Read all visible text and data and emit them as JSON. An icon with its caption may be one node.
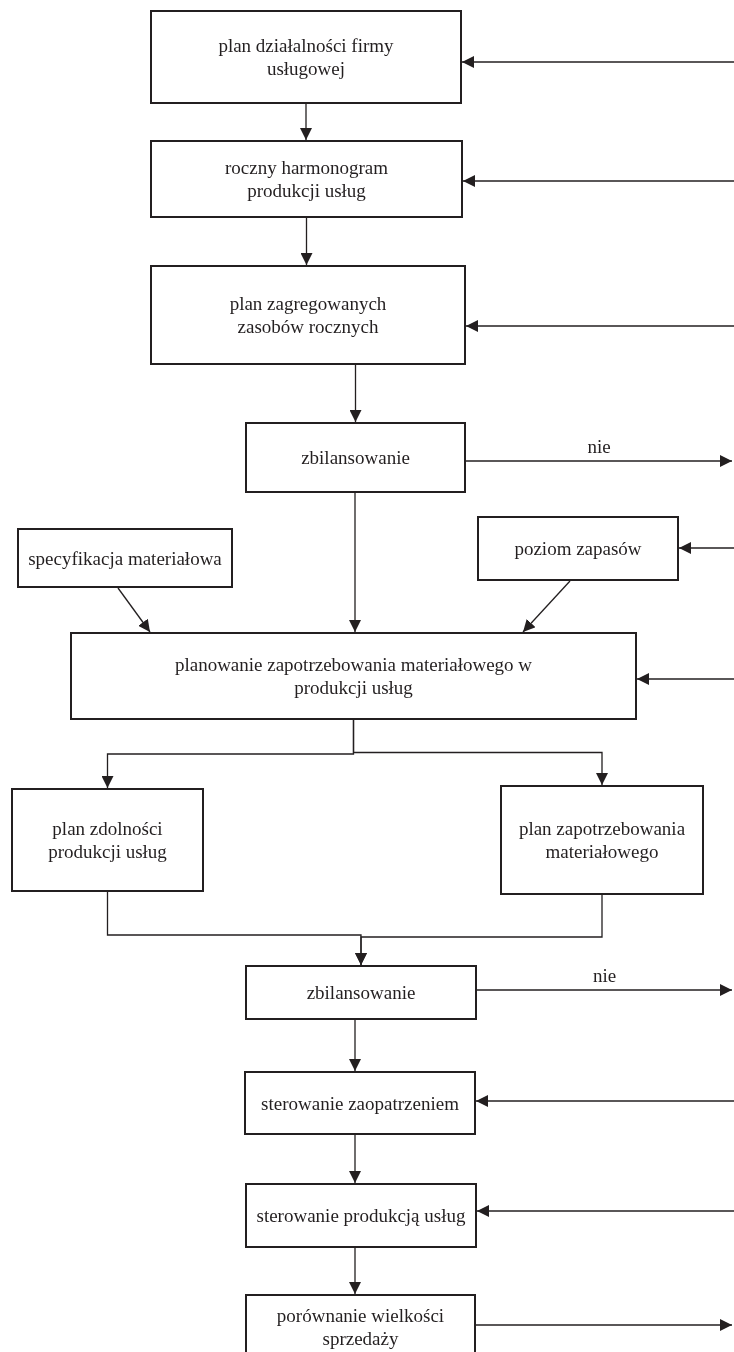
{
  "diagram": {
    "nodes": [
      {
        "text": [
          "plan działalności firmy usługowej"
        ]
      },
      {
        "text": [
          "roczny harmonogram produkcji usług"
        ]
      },
      {
        "text": [
          "plan zagregowanych zasobów rocznych"
        ]
      },
      {
        "text": [
          "zbilansowanie"
        ]
      },
      {
        "text": [
          "specyfikacja materiałowa"
        ]
      },
      {
        "text": [
          "poziom zapasów"
        ]
      },
      {
        "text": [
          "planowanie zapotrzebowania materiałowego w produkcji usług"
        ]
      },
      {
        "text": [
          "plan zdolności produkcji usług"
        ]
      },
      {
        "text": [
          "plan zapotrzebowania materiałowego"
        ]
      },
      {
        "text": [
          "zbilansowanie"
        ]
      },
      {
        "text": [
          "sterowanie zaopatrzeniem"
        ]
      },
      {
        "text": [
          "sterowanie produkcją usług"
        ]
      },
      {
        "text": [
          "porównanie wielkości sprzedaży"
        ]
      }
    ],
    "edges": [
      {
        "from": 0,
        "to": 1,
        "arrow": "to"
      },
      {
        "from": 1,
        "to": 2,
        "arrow": "to"
      },
      {
        "from": 2,
        "to": 3,
        "arrow": "to"
      },
      {
        "from": 3,
        "to": 6,
        "arrow": "to"
      },
      {
        "from": 4,
        "to": 6,
        "arrow": "to"
      },
      {
        "from": 5,
        "to": 6,
        "arrow": "to"
      },
      {
        "from": 6,
        "to": 7,
        "arrow": "to"
      },
      {
        "from": 6,
        "to": 8,
        "arrow": "to"
      },
      {
        "from": 7,
        "to": 9,
        "arrow": "to"
      },
      {
        "from": 8,
        "to": 9,
        "arrow": "to"
      },
      {
        "from": 9,
        "to": 10,
        "arrow": "to"
      },
      {
        "from": 10,
        "to": 11,
        "arrow": "to"
      },
      {
        "from": 11,
        "to": 12,
        "arrow": "to"
      },
      {
        "from": null,
        "to": 0,
        "arrow": "to"
      },
      {
        "from": null,
        "to": 1,
        "arrow": "to"
      },
      {
        "from": null,
        "to": 2,
        "arrow": "to"
      },
      {
        "from": 3,
        "to": null,
        "label": "nie",
        "arrow": "to"
      },
      {
        "from": null,
        "to": 5,
        "arrow": "to"
      },
      {
        "from": null,
        "to": 6,
        "arrow": "to"
      },
      {
        "from": 9,
        "to": null,
        "label": "nie",
        "arrow": "to"
      },
      {
        "from": null,
        "to": 10,
        "arrow": "to"
      },
      {
        "from": null,
        "to": 11,
        "arrow": "to"
      },
      {
        "from": 12,
        "to": null,
        "arrow": "to"
      }
    ]
  }
}
